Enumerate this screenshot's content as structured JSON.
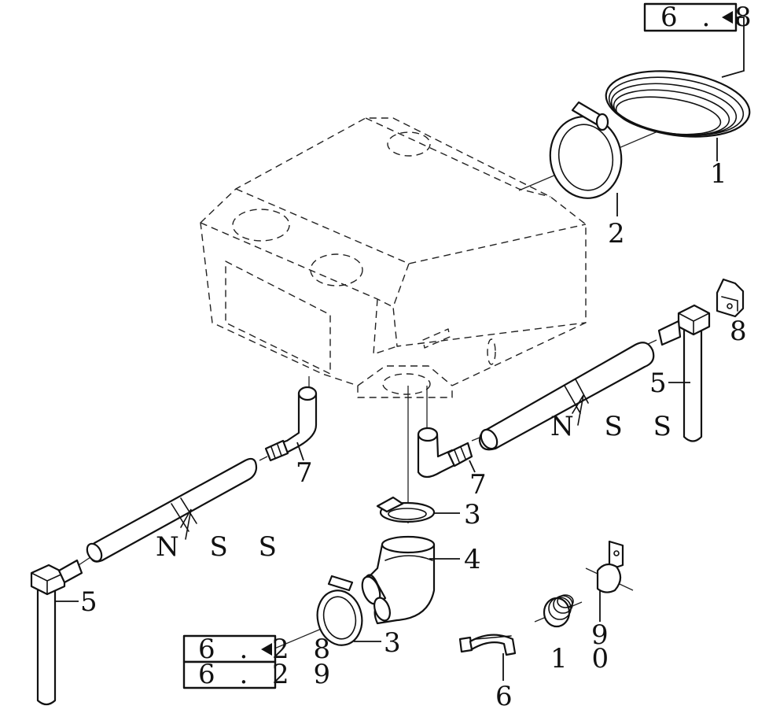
{
  "part_labels": {
    "p1": "1",
    "p2": "2",
    "p3_top": "3",
    "p3_bottom": "3",
    "p4": "4",
    "p5_right": "5",
    "p5_left": "5",
    "p6": "6",
    "p7_left": "7",
    "p7_right": "7",
    "p8": "8",
    "p9": "9",
    "p10": "1 0"
  },
  "nss_labels": {
    "right": "N S S",
    "left": "N S S"
  },
  "references": {
    "top": "6 . 8",
    "bottom_1": "6 . 2 8",
    "bottom_2": "6 . 2 9"
  },
  "colors": {
    "ink": "#111111",
    "paper": "#ffffff"
  }
}
